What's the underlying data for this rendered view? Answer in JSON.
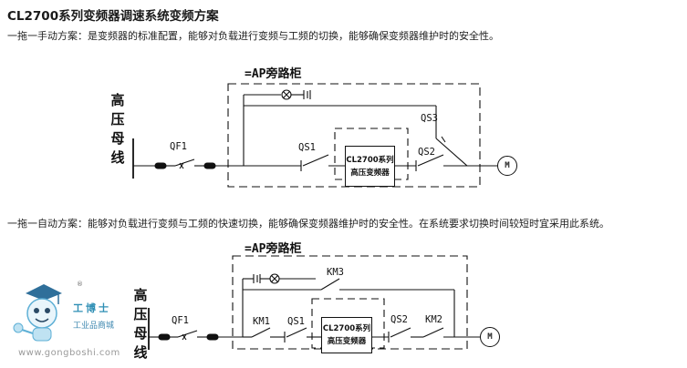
{
  "title": "CL2700系列变频器调速系统变频方案",
  "scheme1": {
    "desc": "一拖一手动方案：是变频器的标准配置，能够对负载进行变频与工频的切换，能够确保变频器维护时的安全性。",
    "cabinet_label": "=AP旁路柜",
    "bus_label": "高压母线",
    "switches": {
      "qf1": "QF1",
      "qs1": "QS1",
      "qs2": "QS2",
      "qs3": "QS3"
    },
    "vfd_line1": "CL2700系列",
    "vfd_line2": "高压变频器",
    "motor": "M"
  },
  "scheme2": {
    "desc": "一拖一自动方案：能够对负载进行变频与工频的快速切换，能够确保变频器维护时的安全性。在系统要求切换时间较短时宜采用此系统。",
    "cabinet_label": "=AP旁路柜",
    "bus_label": "高压母线",
    "switches": {
      "qf1": "QF1",
      "km1": "KM1",
      "qs1": "QS1",
      "qs2": "QS2",
      "km2": "KM2",
      "km3": "KM3"
    },
    "vfd_line1": "CL2700系列",
    "vfd_line2": "高压变频器",
    "motor": "M"
  },
  "watermark": {
    "mark": "®",
    "brand": "工博士",
    "tagline": "工业品商城",
    "site": "www.gongboshi.com"
  },
  "colors": {
    "line": "#111111",
    "brand": "#2f8fb5"
  }
}
